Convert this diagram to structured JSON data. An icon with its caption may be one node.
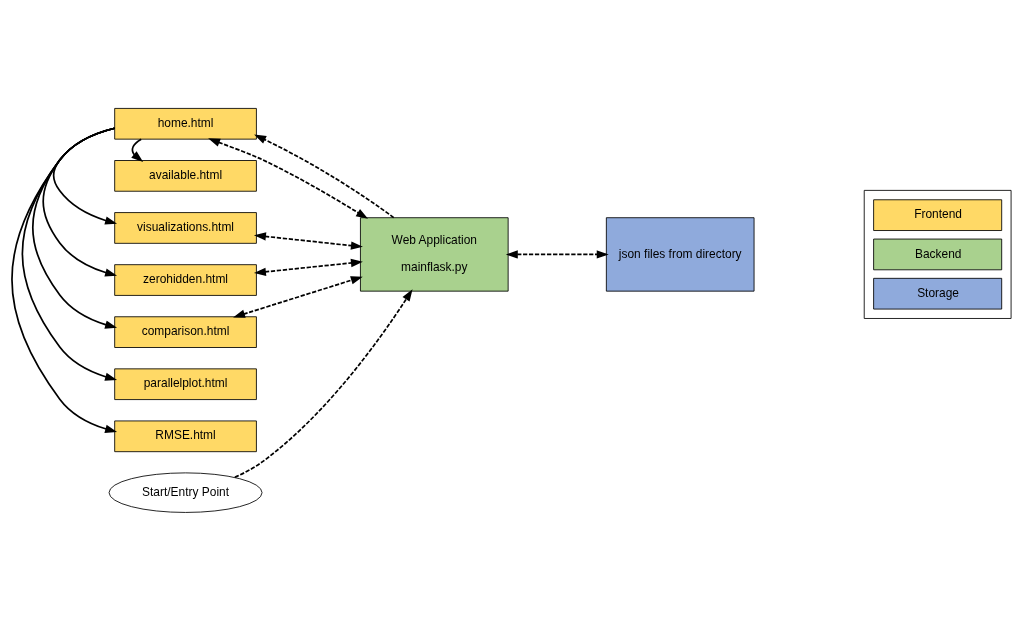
{
  "diagram": {
    "nodes": [
      {
        "text": [
          "home.html"
        ]
      },
      {
        "text": [
          "available.html"
        ]
      },
      {
        "text": [
          "visualizations.html"
        ]
      },
      {
        "text": [
          "zerohidden.html"
        ]
      },
      {
        "text": [
          "comparison.html"
        ]
      },
      {
        "text": [
          "parallelplot.html"
        ]
      },
      {
        "text": [
          "RMSE.html"
        ]
      },
      {
        "text": [
          "Start/Entry Point"
        ]
      },
      {
        "text": [
          "Web Application",
          "mainflask.py"
        ]
      },
      {
        "text": [
          "json files from directory"
        ]
      }
    ],
    "edges": [
      {
        "from": 7,
        "to": 8,
        "arrow": "to",
        "style": "dashed"
      },
      {
        "from": 8,
        "to": 0,
        "arrow": "to",
        "style": "dashed"
      },
      {
        "from": 0,
        "to": 8,
        "arrow": "both",
        "style": "dashed"
      },
      {
        "from": 2,
        "to": 8,
        "arrow": "both",
        "style": "dashed"
      },
      {
        "from": 3,
        "to": 8,
        "arrow": "both",
        "style": "dashed"
      },
      {
        "from": 4,
        "to": 8,
        "arrow": "both",
        "style": "dashed"
      },
      {
        "from": 8,
        "to": 9,
        "arrow": "both",
        "style": "dashed"
      },
      {
        "from": 0,
        "to": 1,
        "arrow": "to"
      },
      {
        "from": 0,
        "to": 2,
        "arrow": "to"
      },
      {
        "from": 0,
        "to": 3,
        "arrow": "to"
      },
      {
        "from": 0,
        "to": 4,
        "arrow": "to"
      },
      {
        "from": 0,
        "to": 5,
        "arrow": "to"
      },
      {
        "from": 0,
        "to": 6,
        "arrow": "to"
      }
    ],
    "legend": [
      {
        "text": "Frontend",
        "color": "#ffd966"
      },
      {
        "text": "Backend",
        "color": "#a9d18e"
      },
      {
        "text": "Storage",
        "color": "#8faadc"
      }
    ]
  }
}
